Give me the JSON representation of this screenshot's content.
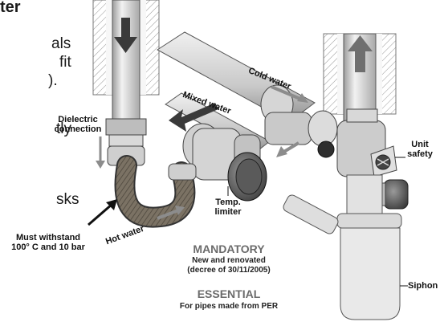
{
  "left_text": {
    "title_fragment": "ter",
    "line1": "als",
    "line2": "fit",
    "line3": ").",
    "line4": "tly",
    "line5": "sks"
  },
  "labels": {
    "cold_water": "Cold water",
    "mixed_water": "Mixed water",
    "dielectric_line1": "Dielectric",
    "dielectric_line2": "connection",
    "unit_line1": "Unit",
    "unit_line2": "safety",
    "temp_line1": "Temp.",
    "temp_line2": "limiter",
    "hot_water": "Hot water",
    "must_line1": "Must withstand",
    "must_line2": "100° C and 10 bar",
    "siphon": "Siphon"
  },
  "notes": {
    "mandatory": "MANDATORY",
    "mandatory_sub1": "New and renovated",
    "mandatory_sub2": "(decree of 30/11/2005)",
    "essential": "ESSENTIAL",
    "essential_sub": "For pipes made from PER"
  },
  "colors": {
    "pipe_light": "#e6e6e6",
    "pipe_mid": "#c4c4c4",
    "pipe_dark": "#8a8a8a",
    "arrow_grey": "#8c8c8c",
    "arrow_dark": "#3a3a3a",
    "braided_hose": "#6f6658"
  }
}
